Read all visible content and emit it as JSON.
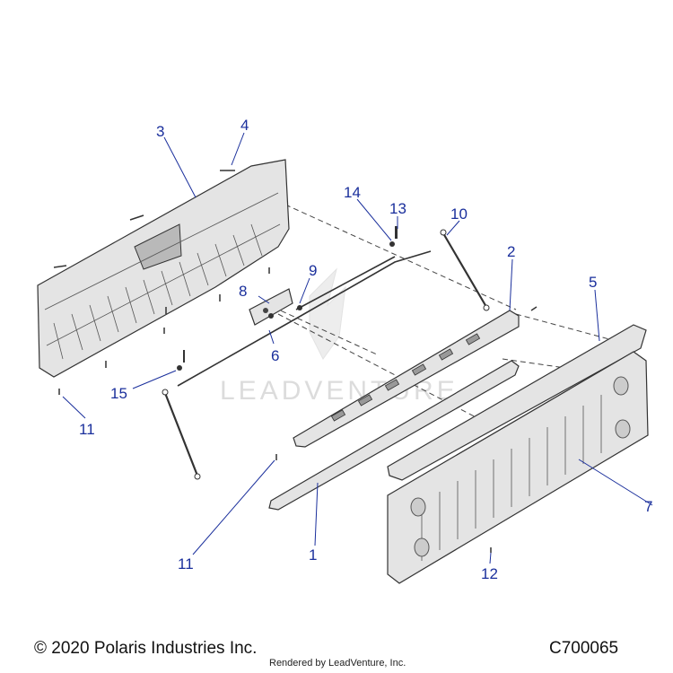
{
  "watermark": "LEADVENTURE",
  "callouts": [
    {
      "id": "c3",
      "text": "3"
    },
    {
      "id": "c4",
      "text": "4"
    },
    {
      "id": "c14",
      "text": "14"
    },
    {
      "id": "c13",
      "text": "13"
    },
    {
      "id": "c10",
      "text": "10"
    },
    {
      "id": "c2",
      "text": "2"
    },
    {
      "id": "c5",
      "text": "5"
    },
    {
      "id": "c8",
      "text": "8"
    },
    {
      "id": "c9",
      "text": "9"
    },
    {
      "id": "c6",
      "text": "6"
    },
    {
      "id": "c15",
      "text": "15"
    },
    {
      "id": "c11a",
      "text": "11"
    },
    {
      "id": "c7",
      "text": "7"
    },
    {
      "id": "c1",
      "text": "1"
    },
    {
      "id": "c11b",
      "text": "11"
    },
    {
      "id": "c12",
      "text": "12"
    }
  ],
  "footer": {
    "copyright": "© 2020 Polaris Industries Inc.",
    "code": "C700065",
    "rendered_by": "Rendered by LeadVenture, Inc."
  }
}
